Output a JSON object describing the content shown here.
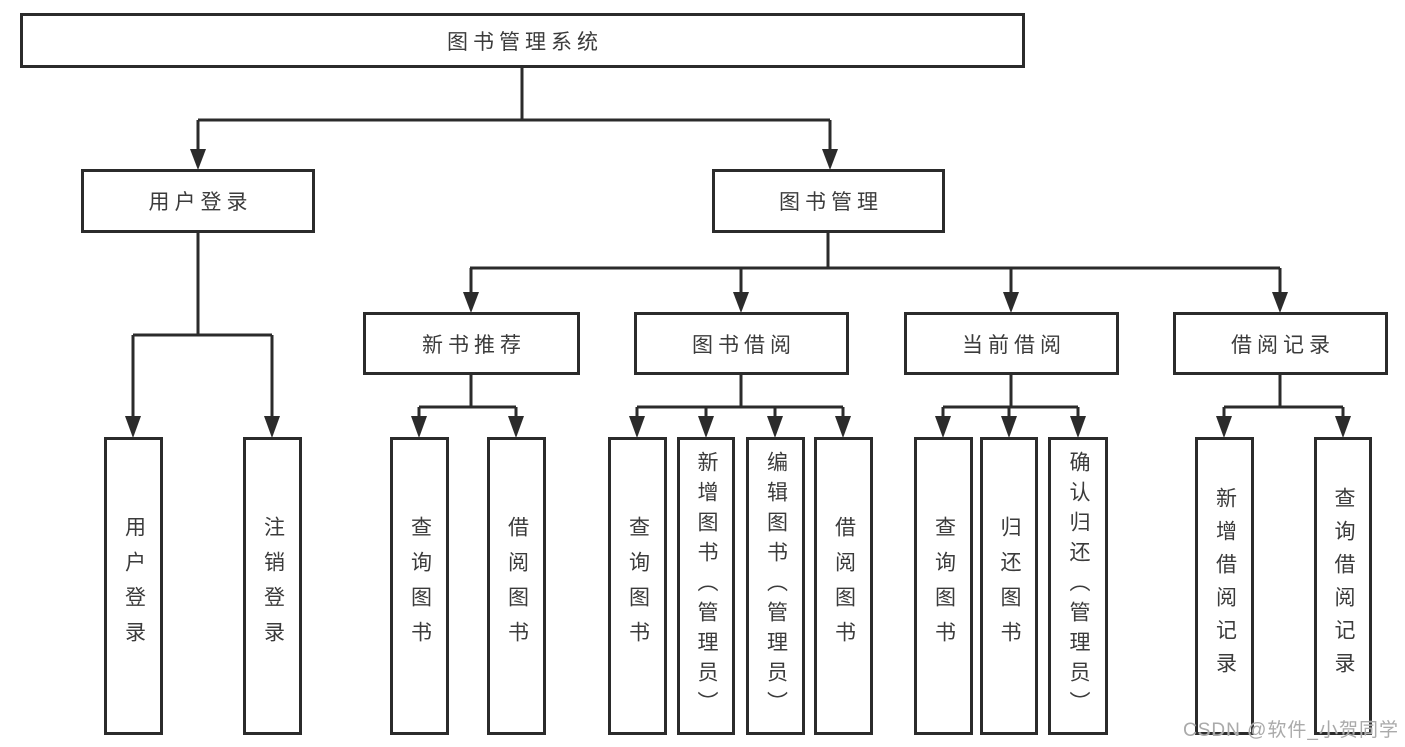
{
  "diagram": {
    "root": {
      "label": "图书管理系统"
    },
    "branches": [
      {
        "label": "用户登录",
        "children": [
          {
            "label": "用户登录"
          },
          {
            "label": "注销登录"
          }
        ]
      },
      {
        "label": "图书管理",
        "children": [
          {
            "label": "新书推荐",
            "children": [
              {
                "label": "查询图书"
              },
              {
                "label": "借阅图书"
              }
            ]
          },
          {
            "label": "图书借阅",
            "children": [
              {
                "label": "查询图书"
              },
              {
                "label": "新增图书（管理员）"
              },
              {
                "label": "编辑图书（管理员）"
              },
              {
                "label": "借阅图书"
              }
            ]
          },
          {
            "label": "当前借阅",
            "children": [
              {
                "label": "查询图书"
              },
              {
                "label": "归还图书"
              },
              {
                "label": "确认归还（管理员）"
              }
            ]
          },
          {
            "label": "借阅记录",
            "children": [
              {
                "label": "新增借阅记录"
              },
              {
                "label": "查询借阅记录"
              }
            ]
          }
        ]
      }
    ]
  },
  "watermark": {
    "text": "CSDN @软件_小贺同学"
  },
  "colors": {
    "line": "#2b2b2b",
    "text": "#3b3b3b",
    "background": "#ffffff",
    "watermark": "#aaaaaa"
  }
}
